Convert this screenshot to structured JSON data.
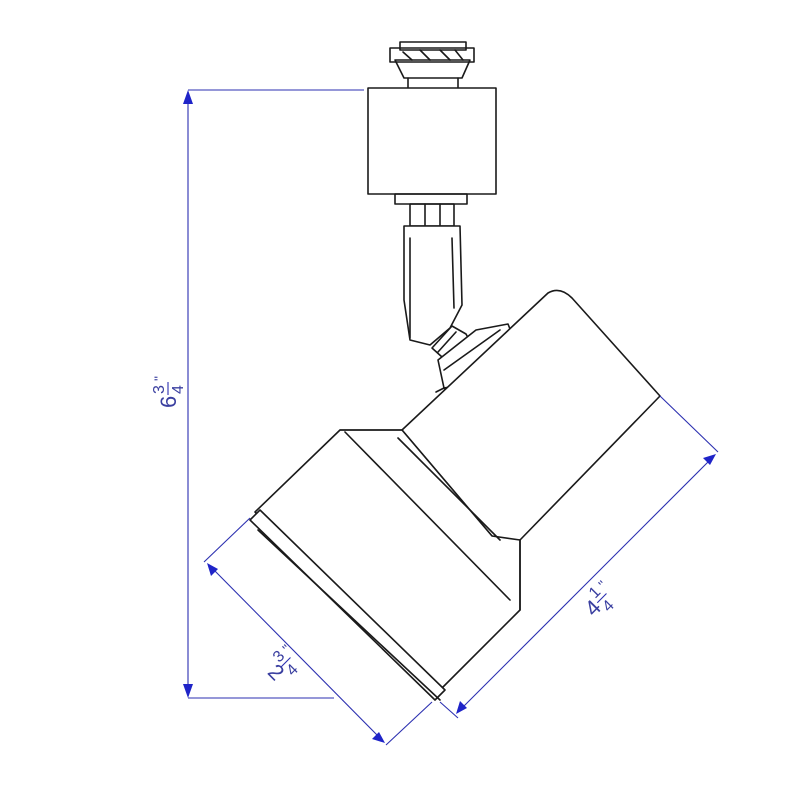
{
  "diagram": {
    "accent_color": "#2b2fb0",
    "line_color": "#1a1a1a",
    "dimensions": {
      "height": {
        "whole": "6",
        "num": "3",
        "den": "4",
        "unit": "\""
      },
      "length": {
        "whole": "4",
        "num": "1",
        "den": "4",
        "unit": "\""
      },
      "diameter": {
        "whole": "2",
        "num": "3",
        "den": "4",
        "unit": "\""
      }
    }
  }
}
